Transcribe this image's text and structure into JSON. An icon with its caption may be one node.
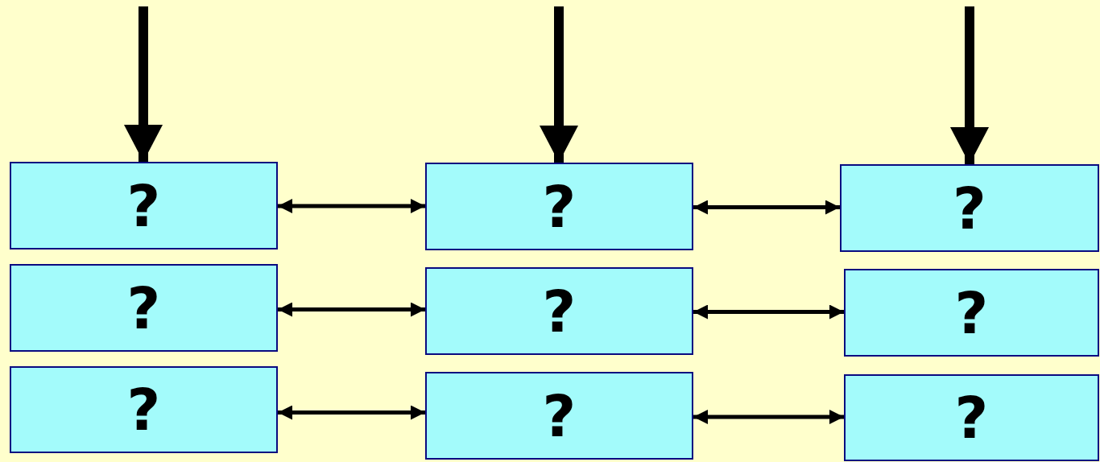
{
  "diagram": {
    "nodes": [
      {
        "text": [
          "?"
        ]
      },
      {
        "text": [
          "?"
        ]
      },
      {
        "text": [
          "?"
        ]
      },
      {
        "text": [
          "?"
        ]
      },
      {
        "text": [
          "?"
        ]
      },
      {
        "text": [
          "?"
        ]
      },
      {
        "text": [
          "?"
        ]
      },
      {
        "text": [
          "?"
        ]
      },
      {
        "text": [
          "?"
        ]
      }
    ],
    "edges": [
      {
        "from": null,
        "to": 0,
        "arrow": "to",
        "style": "thick"
      },
      {
        "from": null,
        "to": 1,
        "arrow": "to",
        "style": "thick"
      },
      {
        "from": null,
        "to": 2,
        "arrow": "to",
        "style": "thick"
      },
      {
        "from": 0,
        "to": 1,
        "arrow": "both"
      },
      {
        "from": 1,
        "to": 2,
        "arrow": "both"
      },
      {
        "from": 3,
        "to": 4,
        "arrow": "both"
      },
      {
        "from": 4,
        "to": 5,
        "arrow": "both"
      },
      {
        "from": 6,
        "to": 7,
        "arrow": "both"
      },
      {
        "from": 7,
        "to": 8,
        "arrow": "both"
      }
    ]
  }
}
